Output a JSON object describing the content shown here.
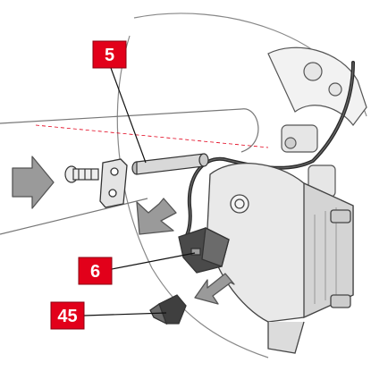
{
  "callouts": {
    "c5": "5",
    "c6": "6",
    "c45": "45"
  },
  "colors": {
    "callout_box": "#e2001a",
    "arrow_fill": "#9a9a9a",
    "line_art": "#333333",
    "mechanism": "#d9d9d9",
    "cable": "#2a2a2a"
  },
  "icons": {
    "cable_connector": "cable-connector-icon",
    "clip": "cable-clip-icon"
  }
}
